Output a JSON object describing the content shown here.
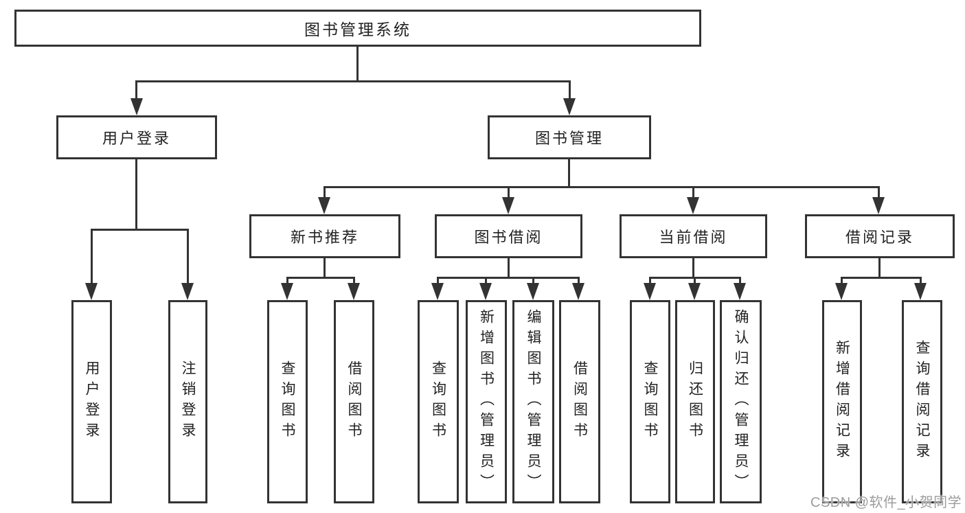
{
  "diagram": {
    "root": {
      "label": "图书管理系统"
    },
    "level2": {
      "login": {
        "label": "用户登录"
      },
      "management": {
        "label": "图书管理"
      }
    },
    "level3": {
      "new_book": {
        "label": "新书推荐"
      },
      "borrow": {
        "label": "图书借阅"
      },
      "current": {
        "label": "当前借阅"
      },
      "records": {
        "label": "借阅记录"
      }
    },
    "leaves": {
      "login": [
        {
          "label": "用户登录"
        },
        {
          "label": "注销登录"
        }
      ],
      "new_book": [
        {
          "label": "查询图书"
        },
        {
          "label": "借阅图书"
        }
      ],
      "borrow": [
        {
          "label": "查询图书"
        },
        {
          "label": "新增图书（管理员）"
        },
        {
          "label": "编辑图书（管理员）"
        },
        {
          "label": "借阅图书"
        }
      ],
      "current": [
        {
          "label": "查询图书"
        },
        {
          "label": "归还图书"
        },
        {
          "label": "确认归还（管理员）"
        }
      ],
      "records": [
        {
          "label": "新增借阅记录"
        },
        {
          "label": "查询借阅记录"
        }
      ]
    }
  },
  "watermark": {
    "text": "CSDN @软件_小贺同学"
  },
  "colors": {
    "line": "#333333",
    "text": "#222222",
    "watermark": "#949494",
    "background": "#ffffff"
  }
}
